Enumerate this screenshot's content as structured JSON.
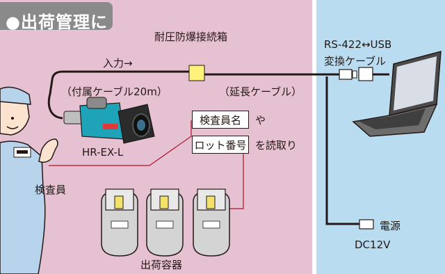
{
  "title": "●出荷管理に",
  "labels": {
    "junction_box": "耐圧防爆接続箱",
    "input": "入力→",
    "cable_attached": "（付属ケーブル20m）",
    "cable_extension": "（延長ケーブル）",
    "converter_cable_1": "RS-422↔USB",
    "converter_cable_2": "変換ケーブル",
    "reader_model": "HR-EX-L",
    "inspector": "検査員",
    "inspector_name_box": "検査員名",
    "ya": "や",
    "lot_number_box": "ロット番号",
    "read_suffix": "を読取り",
    "power": "電源",
    "voltage": "DC12V",
    "containers": "出荷容器"
  },
  "colors": {
    "left_panel": "#e6c1d2",
    "right_panel": "#b9dcf1",
    "title_tab": "#8a8a8a",
    "junction_box": "#fff27a",
    "scanner_body": "#1fa3b8",
    "uniform": "#b8d4ec"
  }
}
